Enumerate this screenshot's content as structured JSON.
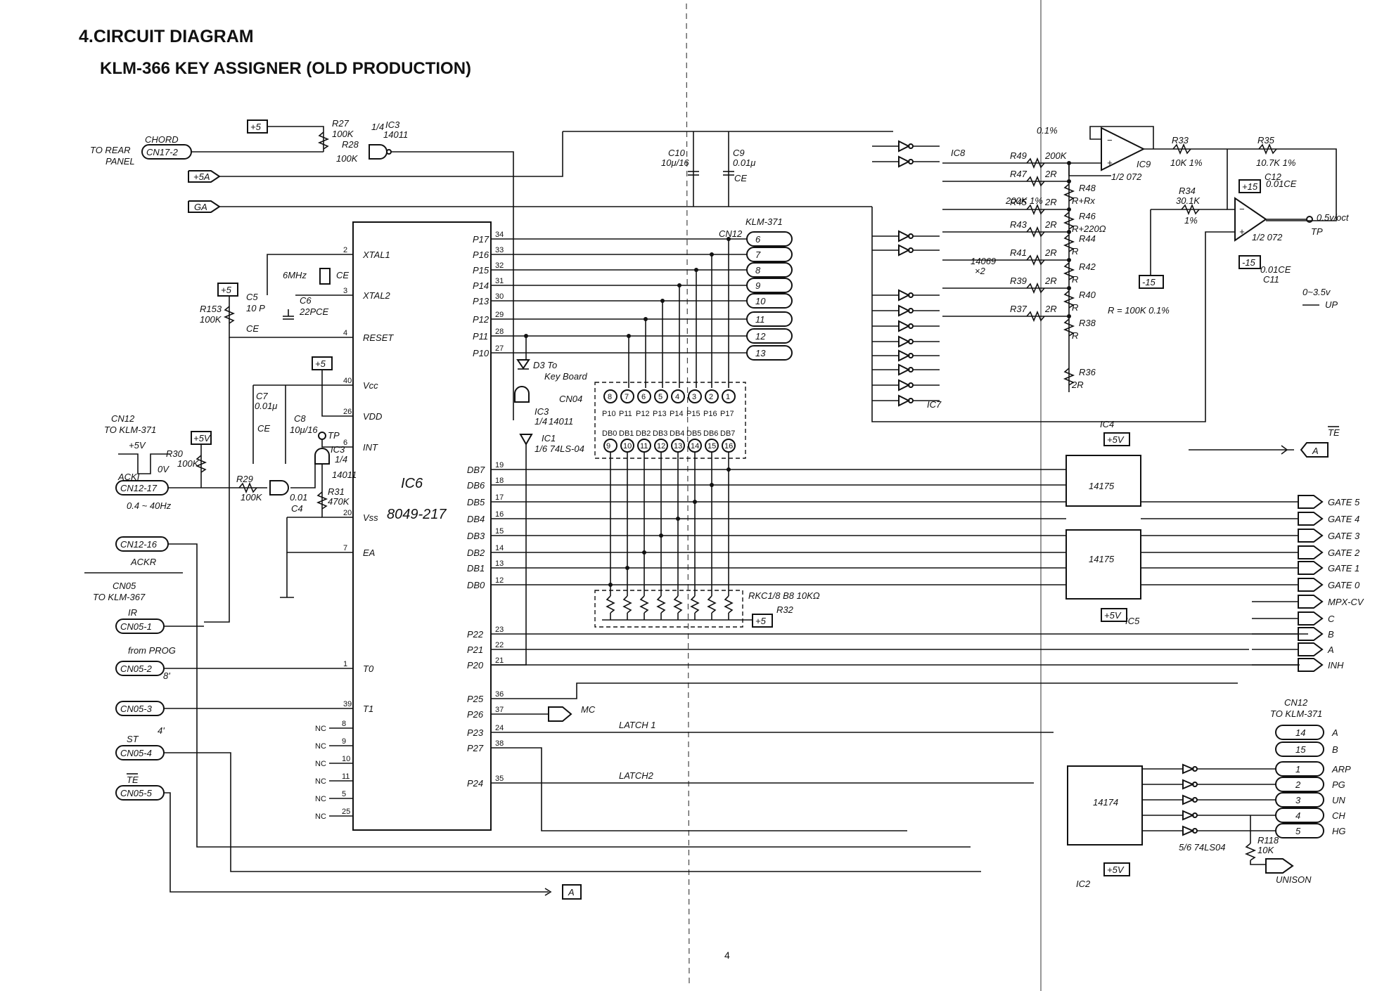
{
  "header": {
    "section": "4.CIRCUIT DIAGRAM",
    "subtitle": "KLM-366 KEY ASSIGNER (OLD PRODUCTION)"
  },
  "page_number": "4",
  "mcu": {
    "ref": "IC6",
    "part": "8049-217",
    "left_pins": [
      {
        "num": "2",
        "name": "XTAL1"
      },
      {
        "num": "3",
        "name": "XTAL2"
      },
      {
        "num": "4",
        "name": "RESET"
      },
      {
        "num": "40",
        "name": "Vcc"
      },
      {
        "num": "26",
        "name": "VDD"
      },
      {
        "num": "6",
        "name": "INT"
      },
      {
        "num": "20",
        "name": "Vss"
      },
      {
        "num": "7",
        "name": "EA"
      },
      {
        "num": "1",
        "name": "T0"
      },
      {
        "num": "39",
        "name": "T1"
      }
    ],
    "nc_pins": [
      "8",
      "9",
      "10",
      "11",
      "5",
      "25"
    ],
    "nc_label": "NC",
    "right_pins_top": [
      {
        "num": "34",
        "name": "P17"
      },
      {
        "num": "33",
        "name": "P16"
      },
      {
        "num": "32",
        "name": "P15"
      },
      {
        "num": "31",
        "name": "P14"
      },
      {
        "num": "30",
        "name": "P13"
      },
      {
        "num": "29",
        "name": "P12"
      },
      {
        "num": "28",
        "name": "P11"
      },
      {
        "num": "27",
        "name": "P10"
      }
    ],
    "right_pins_db": [
      {
        "num": "19",
        "name": "DB7"
      },
      {
        "num": "18",
        "name": "DB6"
      },
      {
        "num": "17",
        "name": "DB5"
      },
      {
        "num": "16",
        "name": "DB4"
      },
      {
        "num": "15",
        "name": "DB3"
      },
      {
        "num": "14",
        "name": "DB2"
      },
      {
        "num": "13",
        "name": "DB1"
      },
      {
        "num": "12",
        "name": "DB0"
      }
    ],
    "right_pins_bottom": [
      {
        "num": "23",
        "name": "P22"
      },
      {
        "num": "22",
        "name": "P21"
      },
      {
        "num": "21",
        "name": "P20"
      },
      {
        "num": "36",
        "name": "P25"
      },
      {
        "num": "37",
        "name": "P26"
      },
      {
        "num": "24",
        "name": "P23"
      },
      {
        "num": "38",
        "name": "P27"
      },
      {
        "num": "35",
        "name": "P24"
      }
    ]
  },
  "left_connectors": {
    "to_rear_panel": "TO REAR PANEL",
    "chord": "CHORD",
    "cn17": "CN17-2",
    "plus5a": "+5A",
    "ga": "GA",
    "cn12_to": "CN12",
    "to_klm371": "TO KLM-371",
    "plus5v": "+5V",
    "zero_v": "0V",
    "acki": "ACKI",
    "cn12_17": "CN12-17",
    "freq": "0.4 ~ 40Hz",
    "cn12_16": "CN12-16",
    "ackr": "ACKR",
    "cn05": "CN05",
    "to_klm367": "TO KLM-367",
    "ir": "IR",
    "cn05_1": "CN05-1",
    "from_prog": "from PROG",
    "cn05_2": "CN05-2",
    "eight_prime": "8'",
    "cn05_3": "CN05-3",
    "four_prime": "4'",
    "st": "ST",
    "cn05_4": "CN05-4",
    "te": "TE",
    "cn05_5": "CN05-5"
  },
  "components": {
    "r27": "R27",
    "r27v": "100K",
    "r28": "R28",
    "r28v": "100K",
    "ic3a": "IC3",
    "ic3a_frac": "1/4",
    "ic3a_part": "14011",
    "plus5": "+5",
    "xtal": "6MHz",
    "ce": "CE",
    "c5": "C5",
    "c5v": "10 P",
    "c6": "C6",
    "c6v": "22PCE",
    "r153": "R153",
    "r153v": "100K",
    "c7": "C7",
    "c7v": "0.01μ",
    "c8": "C8",
    "c8v": "10μ/16",
    "tp": "TP",
    "ic3b": "IC3",
    "ic3b_frac": "1/4",
    "ic3b_part": "14011",
    "r29": "R29",
    "r29v": "100K",
    "c4": "C4",
    "c4v": "0.01",
    "r30": "R30",
    "r30v": "100K",
    "r31": "R31",
    "r31v": "470K",
    "c10": "C10",
    "c10v": "10μ/16",
    "c9": "C9",
    "c9v": "0.01μ",
    "d3": "D3 To",
    "keyboard": "Key Board",
    "ic3c": "IC3",
    "ic3c_frac": "1/4",
    "ic3c_part": "14011",
    "ic1": "IC1",
    "ic1_part": "1/6 74LS-04",
    "klm371": "KLM-371",
    "cn12": "CN12",
    "cn12_pins": [
      "6",
      "7",
      "8",
      "9",
      "10",
      "11",
      "12",
      "13"
    ],
    "cn04": "CN04",
    "cn04_top": [
      "8",
      "7",
      "6",
      "5",
      "4",
      "3",
      "2",
      "1"
    ],
    "cn04_top_labels": [
      "P10",
      "P11",
      "P12",
      "P13",
      "P14",
      "P15",
      "P16",
      "P17"
    ],
    "cn04_bot": [
      "9",
      "10",
      "11",
      "12",
      "13",
      "14",
      "15",
      "16"
    ],
    "cn04_bot_labels": [
      "DB0",
      "DB1",
      "DB2",
      "DB3",
      "DB4",
      "DB5",
      "DB6",
      "DB7"
    ],
    "rkc": "RKC1/8 B8 10KΩ",
    "r32": "R32",
    "mc": "MC",
    "latch1": "LATCH 1",
    "latch2": "LATCH2"
  },
  "dac": {
    "ic8": "IC8",
    "ic7": "IC7",
    "hex_part": "14069 ×2",
    "precision": "0.1%",
    "ladder": [
      {
        "ref": "R49",
        "val": "200K"
      },
      {
        "ref": "R48",
        "val": "R+Rx"
      },
      {
        "ref": "R47",
        "val": "2R"
      },
      {
        "ref": "R46",
        "val": "R+220Ω"
      },
      {
        "ref": "R45",
        "val": "2R"
      },
      {
        "ref": "R44",
        "val": "R"
      },
      {
        "ref": "R43",
        "val": "2R"
      },
      {
        "ref": "R42",
        "val": "R"
      },
      {
        "ref": "R41",
        "val": "2R"
      },
      {
        "ref": "R40",
        "val": "R"
      },
      {
        "ref": "R39",
        "val": "2R"
      },
      {
        "ref": "R38",
        "val": "R"
      },
      {
        "ref": "R37",
        "val": "2R"
      },
      {
        "ref": "R36",
        "val": "2R"
      }
    ],
    "r45_sub": "200K 1%",
    "r_note": "R = 100K 0.1%",
    "ic9": "IC9",
    "ic9_part": "1/2 072",
    "r33": "R33",
    "r33v": "10K 1%",
    "r35": "R35",
    "r35v": "10.7K 1%",
    "r34": "R34",
    "r34v": "30.1K",
    "r34p": "1%",
    "c12": "C12",
    "c12v": "0.01CE",
    "c11": "C11",
    "c11v": "0.01CE",
    "ic9b_part": "1/2 072",
    "plus15": "+15",
    "minus15": "-15",
    "out": "0.5v/oct",
    "tp": "TP",
    "range": "0~3.5v",
    "up": "UP"
  },
  "latches": {
    "ic4": "IC4",
    "ic4_part": "14175",
    "ic5": "IC5",
    "ic5_part": "14175",
    "ic2": "IC2",
    "ic2_part": "14174",
    "plus5v": "+5V",
    "ic1b": "5/6 74LS04",
    "r118": "R118",
    "r118v": "10K",
    "unison": "UNISON",
    "te": "TE",
    "a": "A"
  },
  "outputs": [
    "GATE 5",
    "GATE 4",
    "GATE 3",
    "GATE 2",
    "GATE 1",
    "GATE 0",
    "MPX-CV",
    "C",
    "B",
    "A",
    "INH"
  ],
  "cn12_out": {
    "title": "CN12",
    "to": "TO KLM-371",
    "pins": [
      {
        "num": "14",
        "name": "A"
      },
      {
        "num": "15",
        "name": "B"
      },
      {
        "num": "1",
        "name": "ARP"
      },
      {
        "num": "2",
        "name": "PG"
      },
      {
        "num": "3",
        "name": "UN"
      },
      {
        "num": "4",
        "name": "CH"
      },
      {
        "num": "5",
        "name": "HG"
      }
    ]
  }
}
